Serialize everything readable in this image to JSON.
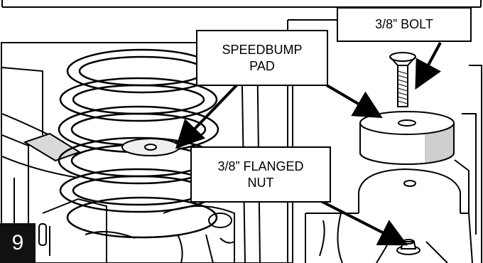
{
  "step_number": "9",
  "callouts": {
    "bolt": "3/8” BOLT",
    "pad_line1": "SPEEDBUMP",
    "pad_line2": "PAD",
    "nut_line1": "3/8” FLANGED",
    "nut_line2": "NUT"
  },
  "colors": {
    "ink": "#000000",
    "paper": "#ffffff",
    "step_badge": "#111111"
  }
}
